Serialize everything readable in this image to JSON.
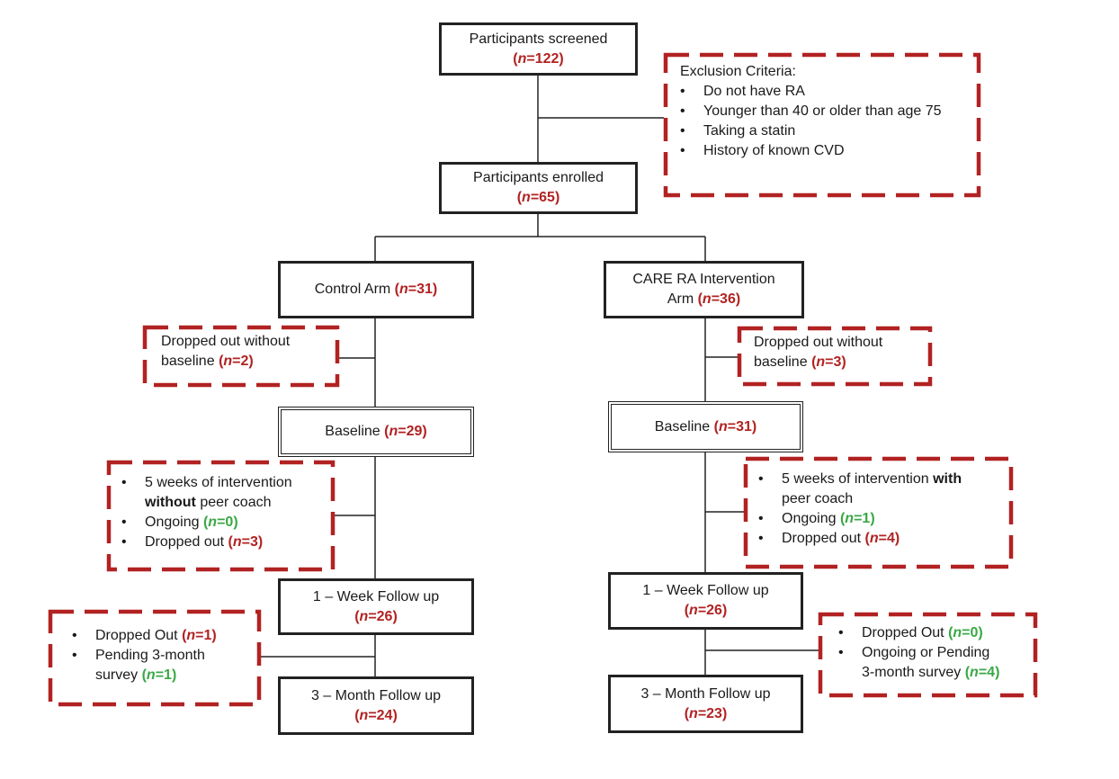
{
  "screened": {
    "label": "Participants screened",
    "n": "122"
  },
  "exclusion": {
    "title": "Exclusion Criteria:",
    "items": [
      "Do not have RA",
      "Younger than 40 or older than age 75",
      "Taking a statin",
      "History of known CVD"
    ]
  },
  "enrolled": {
    "label": "Participants enrolled",
    "n": "65"
  },
  "control_arm": {
    "label": "Control Arm",
    "n": "31"
  },
  "intervention_arm": {
    "label_line1": "CARE RA Intervention",
    "label_line2": "Arm",
    "n": "36"
  },
  "control_dropout": {
    "line1": "Dropped out without",
    "line2": "baseline",
    "n": "2"
  },
  "intervention_dropout": {
    "line1": "Dropped out without",
    "line2": "baseline",
    "n": "3"
  },
  "control_baseline": {
    "label": "Baseline",
    "n": "29"
  },
  "intervention_baseline": {
    "label": "Baseline",
    "n": "31"
  },
  "control_phase": {
    "item1_a": "5 weeks of intervention",
    "item1_bold": "without",
    "item1_b": "peer coach",
    "ongoing_label": "Ongoing",
    "ongoing_n": "0",
    "dropped_label": "Dropped out",
    "dropped_n": "3"
  },
  "intervention_phase": {
    "item1_a": "5 weeks of intervention",
    "item1_bold": "with",
    "item1_b": "peer coach",
    "ongoing_label": "Ongoing",
    "ongoing_n": "1",
    "dropped_label": "Dropped out",
    "dropped_n": "4"
  },
  "control_week": {
    "label": "1 – Week Follow up",
    "n": "26"
  },
  "intervention_week": {
    "label": "1 – Week Follow up",
    "n": "26"
  },
  "control_followup_note": {
    "dropped_label": "Dropped Out",
    "dropped_n": "1",
    "pending_line1": "Pending 3-month",
    "pending_line2": "survey",
    "pending_n": "1"
  },
  "intervention_followup_note": {
    "dropped_label": "Dropped Out",
    "dropped_n": "0",
    "pending_line1": "Ongoing or Pending",
    "pending_line2": "3-month survey",
    "pending_n": "4"
  },
  "control_month": {
    "label": "3 – Month Follow up",
    "n": "24"
  },
  "intervention_month": {
    "label": "3 – Month Follow up",
    "n": "23"
  },
  "n_symbol": "n",
  "colors": {
    "dash_border": "#b22222",
    "count_red": "#b22222",
    "count_green": "#3aa845",
    "box_border": "#222222"
  }
}
